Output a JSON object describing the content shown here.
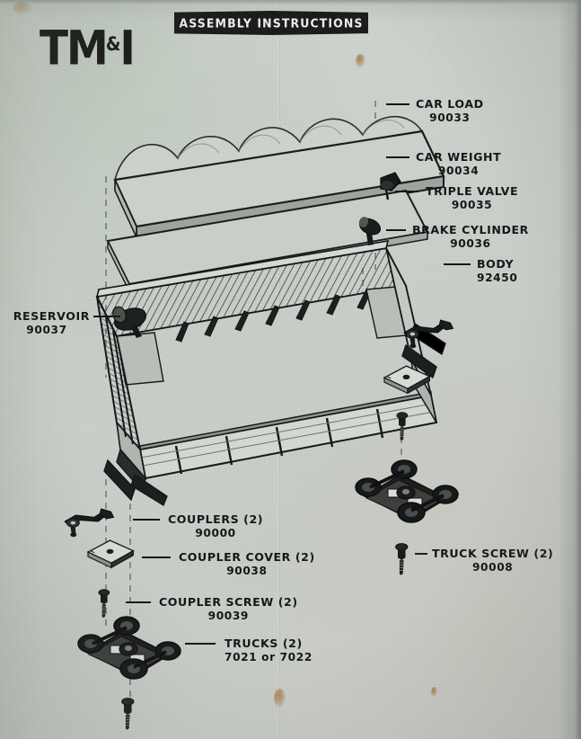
{
  "header": {
    "logo_text": "TM",
    "logo_amp": "&",
    "logo_tail": "I",
    "banner_text": "ASSEMBLY INSTRUCTIONS"
  },
  "colors": {
    "paper": "#cfd3cd",
    "ink": "#15181a",
    "banner_bg": "#1c1c1c",
    "banner_text": "#eceeea",
    "stain": "#96622 8"
  },
  "parts": [
    {
      "id": "car-load",
      "name": "CAR LOAD",
      "number": "90033",
      "side": "right"
    },
    {
      "id": "car-weight",
      "name": "CAR WEIGHT",
      "number": "90034",
      "side": "right"
    },
    {
      "id": "triple-valve",
      "name": "TRIPLE VALVE",
      "number": "90035",
      "side": "right"
    },
    {
      "id": "brake-cylinder",
      "name": "BRAKE CYLINDER",
      "number": "90036",
      "side": "right"
    },
    {
      "id": "body",
      "name": "BODY",
      "number": "92450",
      "side": "right"
    },
    {
      "id": "reservoir",
      "name": "RESERVOIR",
      "number": "90037",
      "side": "left"
    },
    {
      "id": "couplers",
      "name": "COUPLERS (2)",
      "number": "90000",
      "side": "right"
    },
    {
      "id": "coupler-cover",
      "name": "COUPLER COVER (2)",
      "number": "90038",
      "side": "right"
    },
    {
      "id": "coupler-screw",
      "name": "COUPLER SCREW (2)",
      "number": "90039",
      "side": "right"
    },
    {
      "id": "trucks",
      "name": "TRUCKS (2)",
      "number": "7021 or 7022",
      "side": "right"
    },
    {
      "id": "truck-screw",
      "name": "TRUCK SCREW (2)",
      "number": "90008",
      "side": "right"
    }
  ]
}
